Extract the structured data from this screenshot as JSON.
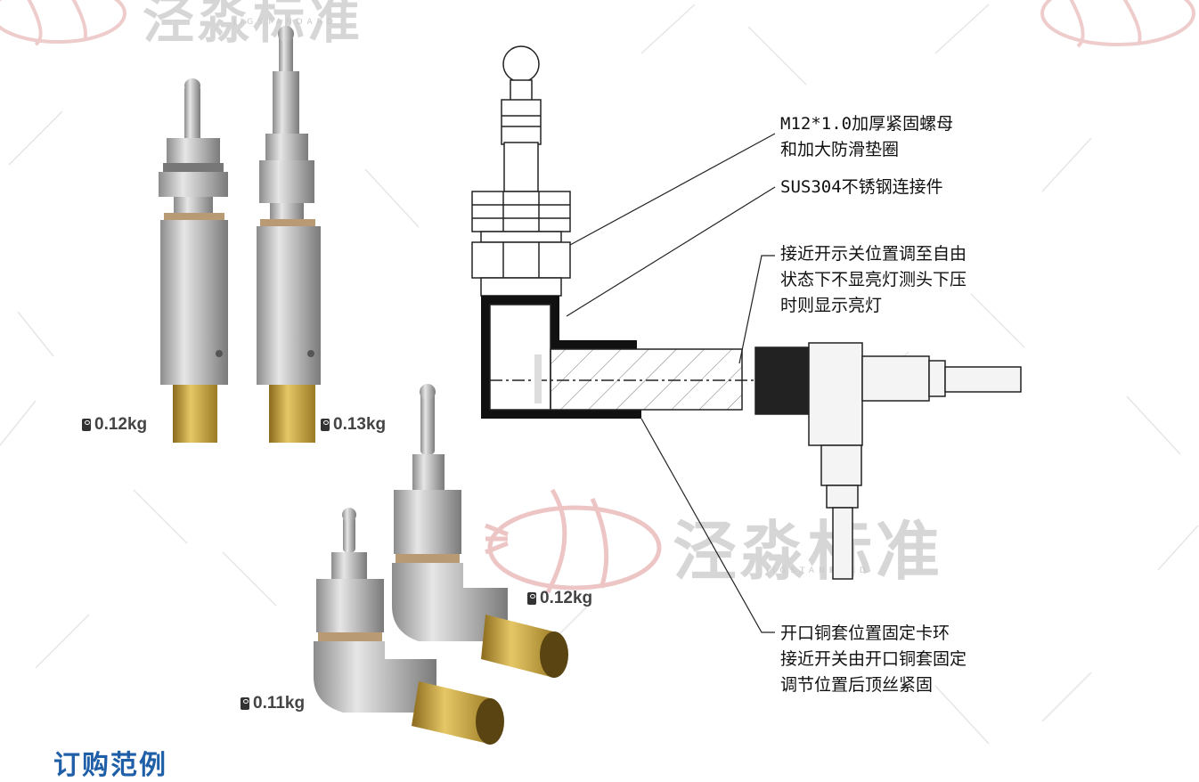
{
  "watermark": {
    "brand_text": "泾淼标准",
    "brand_sub": "JIGSTANDARD"
  },
  "weights": {
    "straight_short": "0.12kg",
    "straight_long": "0.13kg",
    "angled_long": "0.12kg",
    "angled_short": "0.11kg"
  },
  "callouts": {
    "nut": [
      "M12*1.0加厚紧固螺母",
      "和加大防滑垫圈"
    ],
    "connector": "SUS304不锈钢连接件",
    "switch": [
      "接近开示关位置调至自由",
      "状态下不显亮灯测头下压",
      "时则显示亮灯"
    ],
    "ring": [
      "开口铜套位置固定卡环",
      "接近开关由开口铜套固定",
      "调节位置后顶丝紧固"
    ]
  },
  "footer": {
    "title": "订购范例"
  },
  "colors": {
    "watermark_red": "#e9b7b7",
    "watermark_gray": "#d6d6d6",
    "steel": "#b9b9b9",
    "brass": "#c9a23a",
    "title_blue": "#1f5fa8"
  }
}
